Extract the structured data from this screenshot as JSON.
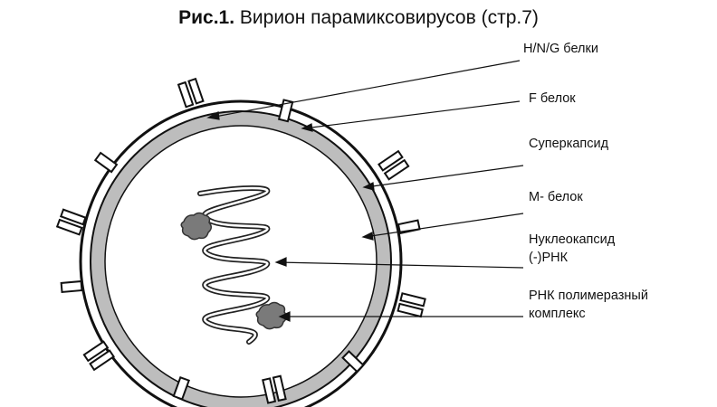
{
  "title": {
    "figure": "Рис.1.",
    "text": "Вирион парамиксовирусов (стр.7)"
  },
  "labels": {
    "hng": "H/N/G  белки",
    "f": "F белок",
    "supercapsid": "Суперкапсид",
    "m": "М- белок",
    "nucleocapsid": "Нуклеокапсид",
    "rna": "(-)РНК",
    "polymerase_1": "РНК полимеразный",
    "polymerase_2": "комплекс"
  }
}
